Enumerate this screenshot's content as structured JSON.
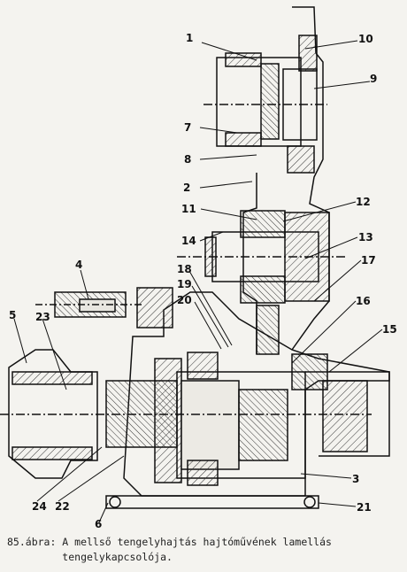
{
  "caption": {
    "line1": "85.ábra: A mellső tengelyhajtás hajtóművének lamellás",
    "line2": "         tengelykapcsolója."
  },
  "labels": [
    "1",
    "2",
    "3",
    "4",
    "5",
    "6",
    "7",
    "8",
    "9",
    "10",
    "11",
    "12",
    "13",
    "14",
    "15",
    "16",
    "17",
    "18",
    "19",
    "20",
    "21",
    "22",
    "23",
    "24"
  ]
}
